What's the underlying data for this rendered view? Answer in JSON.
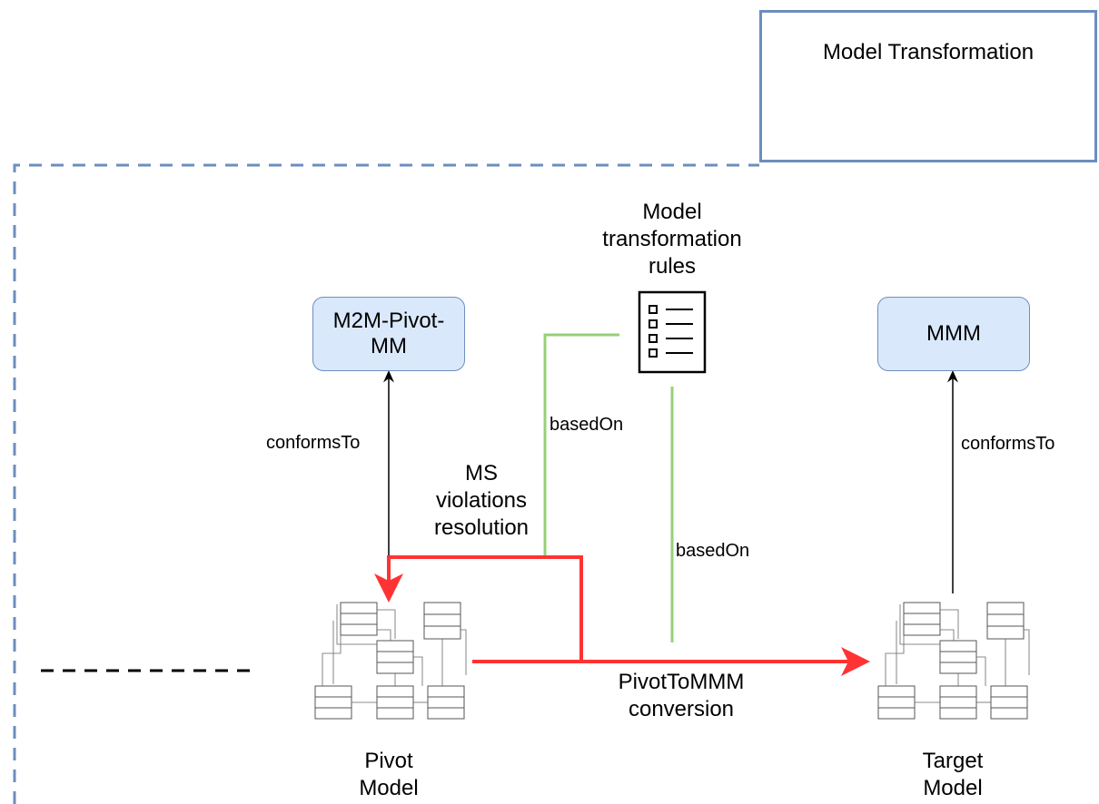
{
  "model_transformation": {
    "title": "Model Transformation"
  },
  "pivot_mm": {
    "label": "M2M-Pivot-\nMM"
  },
  "target_mm": {
    "label": "MMM"
  },
  "rules": {
    "label": "Model\ntransformation\nrules"
  },
  "edges": {
    "conforms_left": "conformsTo",
    "conforms_right": "conformsTo",
    "based_on_top": "basedOn",
    "based_on_bottom": "basedOn",
    "ms_violations": "MS\nviolations\nresolution",
    "conversion": "PivotToMMM\nconversion"
  },
  "pivot_model": {
    "label": "Pivot\nModel"
  },
  "target_model": {
    "label": "Target\nModel"
  },
  "colors": {
    "frame_border": "#6c8ebf",
    "mm_fill": "#dae8fc",
    "red_flow": "#ff3333",
    "green_link": "#97d077",
    "logo_blue": "#0a82d6"
  },
  "icons": {
    "logo": "eclipse-m2m-logo",
    "rules": "checklist-document-icon",
    "model": "class-diagram-icon"
  }
}
